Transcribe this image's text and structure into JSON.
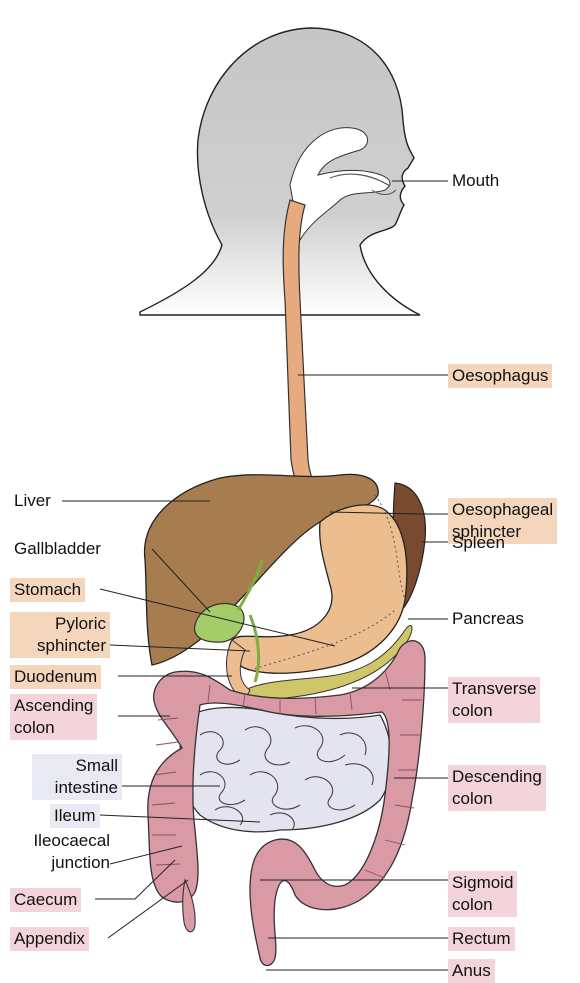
{
  "labels": {
    "mouth": "Mouth",
    "oesophagus": "Oesophagus",
    "oesophageal_sphincter": [
      "Oesophageal",
      "sphincter"
    ],
    "spleen": "Spleen",
    "pancreas": "Pancreas",
    "transverse_colon": [
      "Transverse",
      "colon"
    ],
    "descending_colon": [
      "Descending",
      "colon"
    ],
    "sigmoid_colon": [
      "Sigmoid",
      "colon"
    ],
    "rectum": "Rectum",
    "anus": "Anus",
    "liver": "Liver",
    "gallbladder": "Gallbladder",
    "stomach": "Stomach",
    "pyloric_sphincter": [
      "Pyloric",
      "sphincter"
    ],
    "duodenum": "Duodenum",
    "ascending_colon": [
      "Ascending",
      "colon"
    ],
    "small_intestine": [
      "Small",
      "intestine"
    ],
    "ileum": "Ileum",
    "ileocaecal_junction": [
      "Ileocaecal",
      "junction"
    ],
    "caecum": "Caecum",
    "appendix": "Appendix"
  },
  "colors": {
    "head": "#c9c9c9",
    "oesophagus": "#e6aa7e",
    "liver": "#a77c4e",
    "gallbladder": "#a4cc68",
    "stomach": "#ebbd8f",
    "spleen": "#7a4a30",
    "pancreas": "#cfc66a",
    "colon": "#d99aa5",
    "small_intestine": "#e4e4f0",
    "highlight_upper": "#f4d6bc",
    "highlight_lower": "#f2d4da",
    "highlight_small": "#e9e9f3"
  }
}
